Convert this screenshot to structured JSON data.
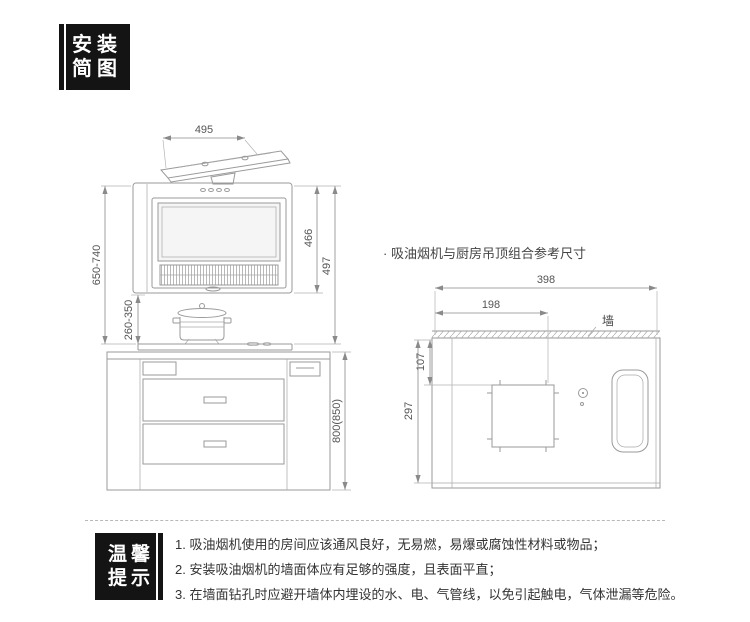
{
  "header_badge": {
    "line1": "安装",
    "line2": "简图"
  },
  "hood_diagram": {
    "dim_top_width": "495",
    "dim_hood_height": "466",
    "dim_total_height": "497",
    "dim_install_range": "650-740",
    "dim_clearance_range": "260-350",
    "dim_cabinet_height": "800(850)"
  },
  "ceiling_diagram": {
    "title": "· 吸油烟机与厨房吊顶组合参考尺寸",
    "dim_width": "398",
    "dim_offset": "198",
    "dim_top_offset": "107",
    "dim_depth": "297",
    "wall_label": "墙"
  },
  "tips": {
    "badge_line1": "温馨",
    "badge_line2": "提示",
    "items": [
      "1. 吸油烟机使用的房间应该通风良好，无易燃，易爆或腐蚀性材料或物品；",
      "2. 安装吸油烟机的墙面体应有足够的强度，且表面平直；",
      "3. 在墙面钻孔时应避开墙体内埋设的水、电、气管线，以免引起触电，气体泄漏等危险。"
    ]
  }
}
